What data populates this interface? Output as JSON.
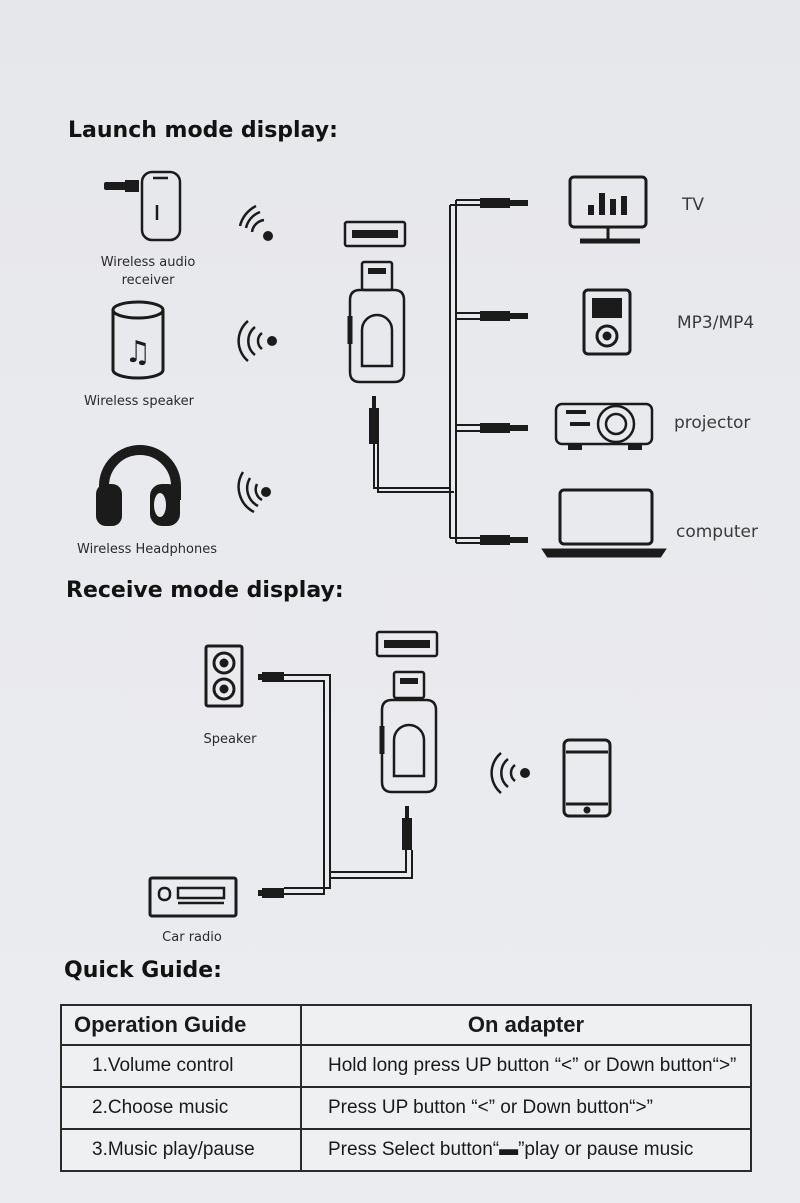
{
  "launch": {
    "title": "Launch mode display:",
    "sources": [
      {
        "label": "Wireless audio receiver",
        "icon": "audio-receiver-icon"
      },
      {
        "label": "Wireless speaker",
        "icon": "speaker-cylinder-icon"
      },
      {
        "label": "Wireless Headphones",
        "icon": "headphones-icon"
      }
    ],
    "targets": [
      {
        "label": "TV",
        "icon": "tv-icon"
      },
      {
        "label": "MP3/MP4",
        "icon": "mp3-player-icon"
      },
      {
        "label": "projector",
        "icon": "projector-icon"
      },
      {
        "label": "computer",
        "icon": "laptop-icon"
      }
    ]
  },
  "receive": {
    "title": "Receive mode display:",
    "outputs": [
      {
        "label": "Speaker",
        "icon": "speaker-box-icon"
      },
      {
        "label": "Car radio",
        "icon": "car-radio-icon"
      }
    ],
    "source_icon": "smartphone-icon"
  },
  "guide": {
    "title": "Quick Guide:",
    "headers": [
      "Operation Guide",
      "On adapter"
    ],
    "rows": [
      [
        "1.Volume control",
        "Hold long press UP button “<” or Down button“>”"
      ],
      [
        "2.Choose music",
        "Press UP button “<” or Down button“>”"
      ],
      [
        "3.Music play/pause",
        "Press Select button“▬”play or pause music"
      ]
    ]
  },
  "colors": {
    "ink": "#1b1b1b",
    "paper": "#e8e9ec",
    "table_bg": "#eff0f2"
  }
}
